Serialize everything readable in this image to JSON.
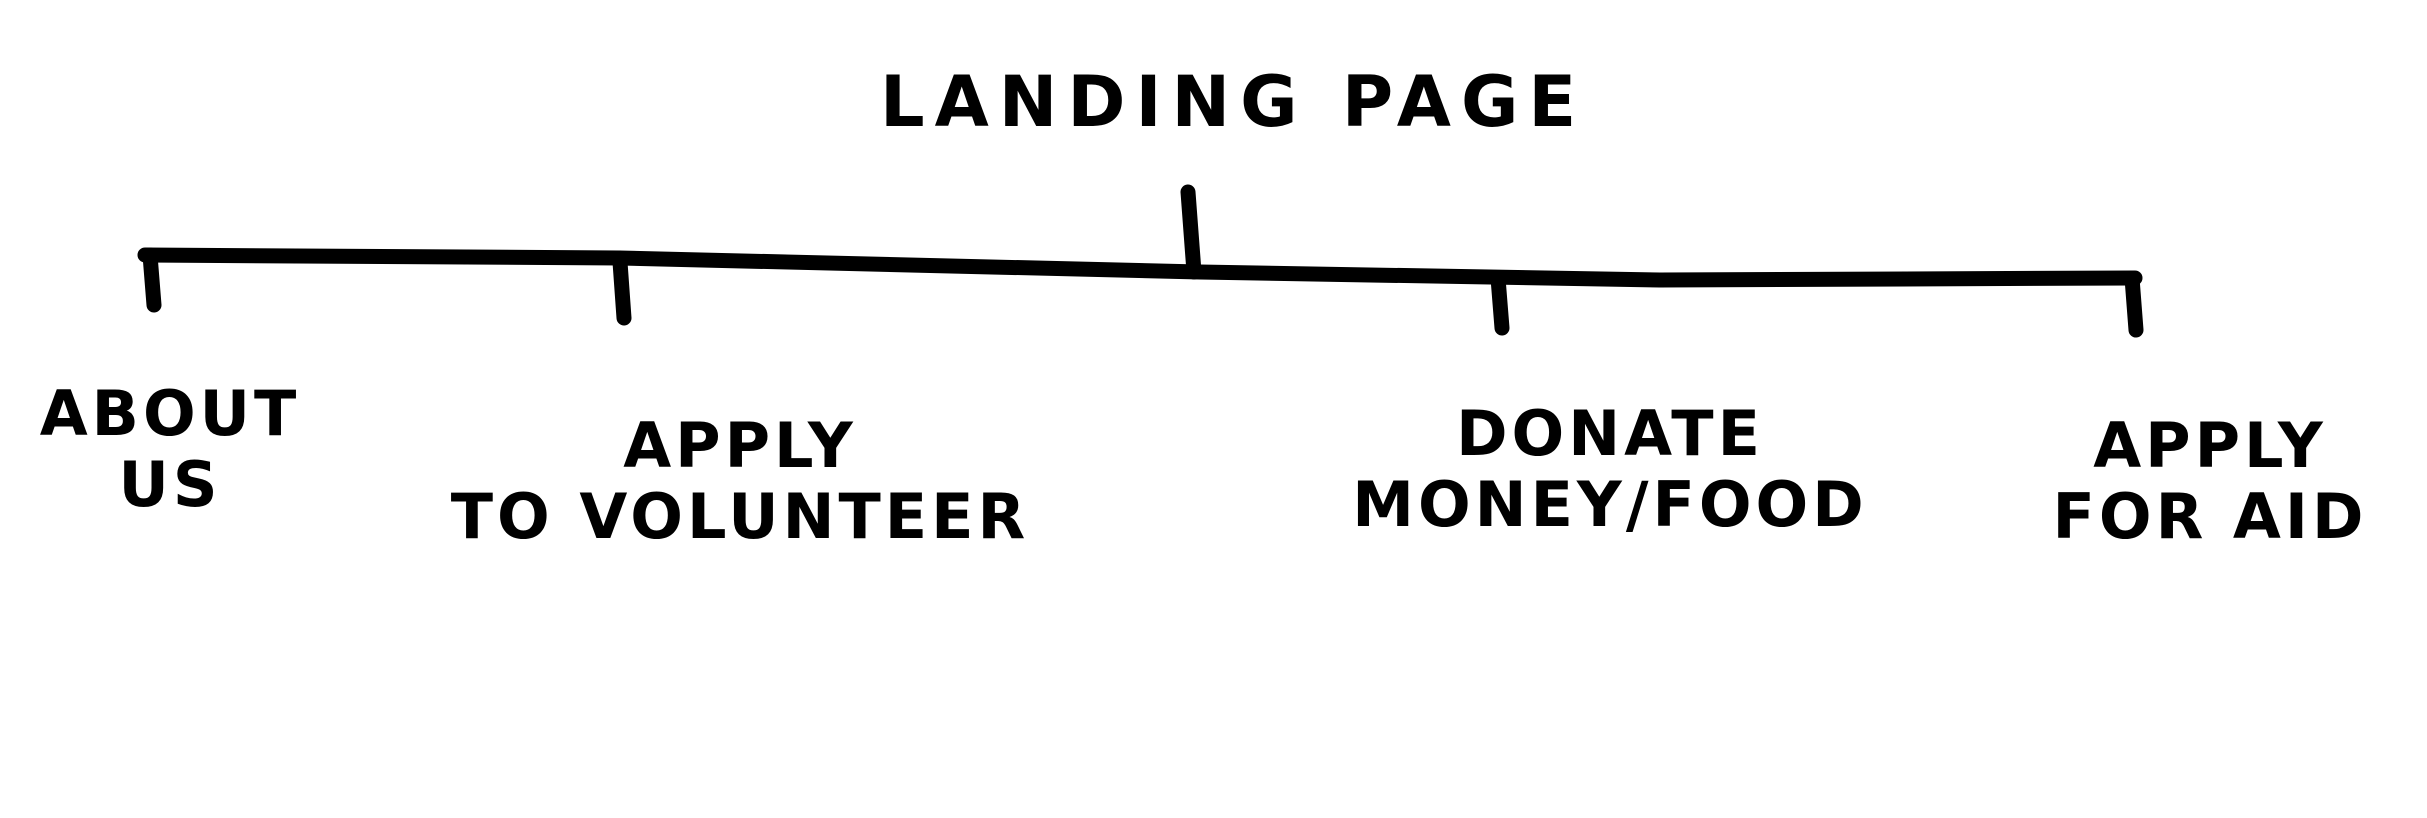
{
  "diagram": {
    "type": "site-map-tree",
    "stroke_color": "#000000",
    "background_color": "#ffffff",
    "root": {
      "label": "LANDING PAGE"
    },
    "children": [
      {
        "line1": "ABOUT",
        "line2": "US"
      },
      {
        "line1": "APPLY",
        "line2": "TO VOLUNTEER"
      },
      {
        "line1": "DONATE",
        "line2": "MONEY/FOOD"
      },
      {
        "line1": "APPLY",
        "line2": "FOR AID"
      }
    ]
  }
}
